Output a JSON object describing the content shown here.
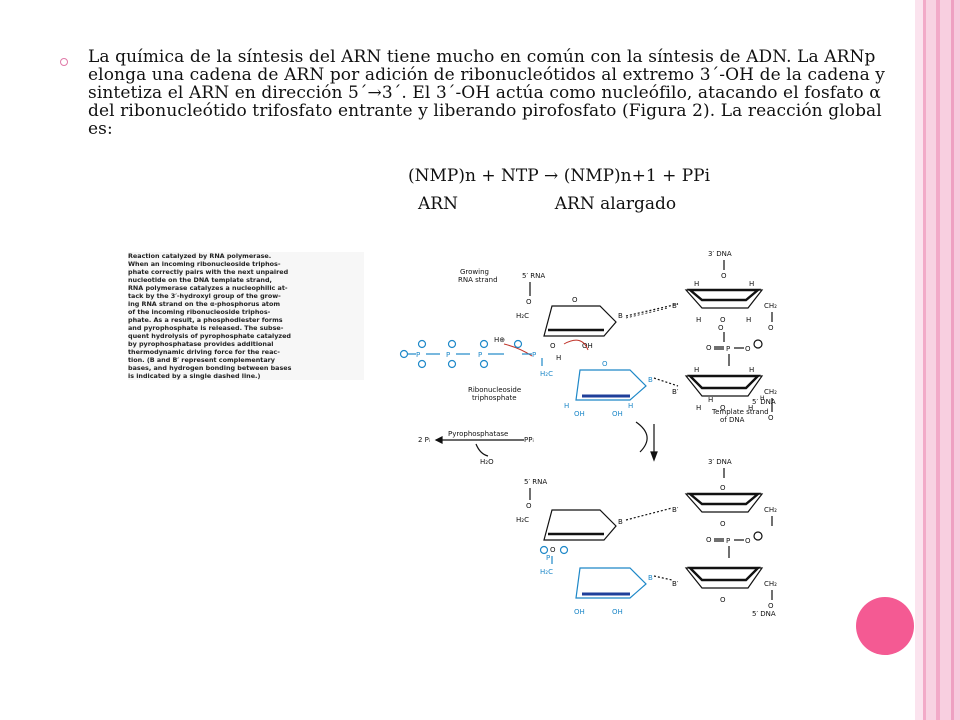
{
  "slide": {
    "paragraph": "La química de la síntesis del ARN tiene mucho en común con la síntesis de ADN. La ARNp elonga una cadena de ARN por adición de ribonucleótidos al extremo 3´-OH de la cadena y sintetiza el ARN en dirección 5´→3´. El 3´-OH actúa como nucleófilo, atacando el fosfato α del ribonucleótido trifosfato entrante y liberando pirofosfato (Figura 2). La reacción global es:",
    "equation": "(NMP)n + NTP → (NMP)n+1 + PPi",
    "label_arn": "ARN",
    "label_arn_alargado": "ARN alargado"
  },
  "figure": {
    "caption_lines": [
      "Reaction catalyzed by RNA polymerase.",
      "When an incoming ribonucleoside triphos-",
      "phate correctly pairs with the next unpaired",
      "nucleotide on the DNA template strand,",
      "RNA polymerase catalyzes a nucleophilic at-",
      "tack by the 3′-hydroxyl group of the grow-",
      "ing RNA strand on the α-phosphorus atom",
      "of the incoming ribonucleoside triphos-",
      "phate. As a result, a phosphodiester forms",
      "and pyrophosphate is released. The subse-",
      "quent hydrolysis of pyrophosphate catalyzed",
      "by pyrophosphatase provides additional",
      "thermodynamic driving force for the reac-",
      "tion. (B and B′ represent complementary",
      "bases, and hydrogen bonding between bases",
      "is indicated by a single dashed line.)"
    ],
    "labels": {
      "growing": "Growing",
      "rna_strand": "RNA strand",
      "rna_5": "5′ RNA",
      "dna_3": "3′ DNA",
      "dna_5": "5′ DNA",
      "template_1": "Template strand",
      "template_2": "of DNA",
      "ribonucleoside": "Ribonucleoside",
      "triphosphate": "triphosphate",
      "pyrophosphatase": "Pyrophosphatase",
      "two_pi": "2 Pᵢ",
      "ppi": "PPᵢ",
      "h2o": "H₂O",
      "h_plus": "H⊕",
      "oh": "OH",
      "h": "H",
      "o": "O",
      "p": "P",
      "b": "B",
      "b_prime": "B′",
      "ch2": "CH₂",
      "h2c": "H₂C"
    }
  },
  "colors": {
    "stripe_light": "#f8d2e2",
    "stripe_mid": "#f2aac8",
    "dot": "#f45a93",
    "blue": "#1e88c8",
    "dark_blue": "#1f3f9a"
  }
}
